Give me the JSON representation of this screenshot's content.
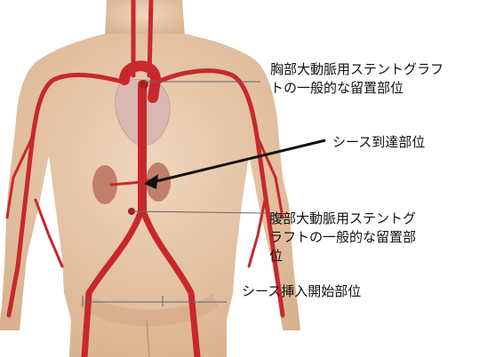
{
  "labels": {
    "thoracic_lines": [
      "胸部大動脈用ステントグラフ",
      "トの一般的な留置部位"
    ],
    "sheath_reach": "シース到達部位",
    "abdominal_lines": [
      "腹部大動脈用ステントグ",
      "ラフトの一般的な留置部",
      "位"
    ],
    "sheath_insert": "シース挿入開始部位"
  },
  "colors": {
    "skin": "#e8c7a7",
    "skin_shadow": "#d8ae88",
    "artery": "#c8282b",
    "artery_dark": "#a51c1f",
    "organ": "#d9b3ae",
    "kidney": "#c07d6a",
    "pointer": "#111111",
    "leader": "#666666"
  }
}
